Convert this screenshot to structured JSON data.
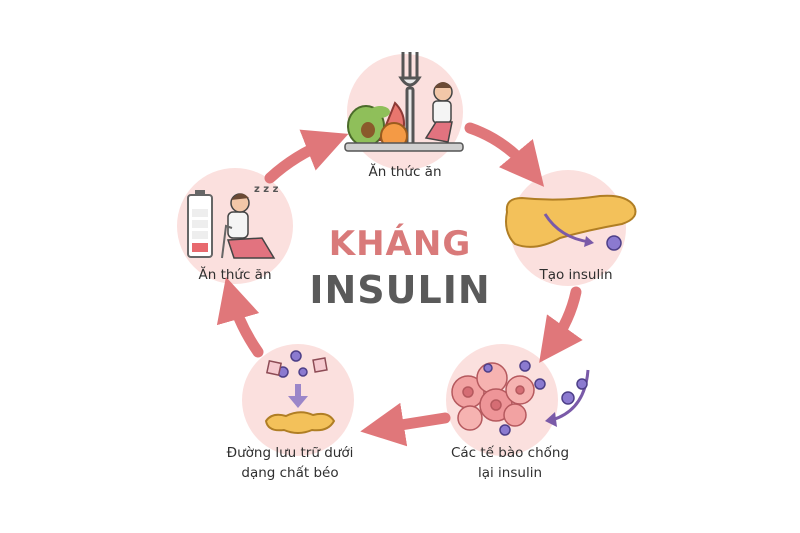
{
  "title": {
    "line1": "KHÁNG",
    "line2": "INSULIN"
  },
  "steps": [
    {
      "label": "Ăn thức ăn"
    },
    {
      "label": "Tạo insulin"
    },
    {
      "label_line1": "Các tế bào chống",
      "label_line2": "lại insulin"
    },
    {
      "label_line1": "Đường lưu trữ dưới",
      "label_line2": "dạng chất béo"
    },
    {
      "label": "Ăn thức ăn"
    }
  ],
  "colors": {
    "arrow": "#e0777a",
    "circle": "#fbe0de",
    "title_top": "#d97a7a",
    "title_bottom": "#5a5a5a",
    "fat": "#f3c15a",
    "molecule": "#8b7ad0"
  },
  "icons": [
    "fork-icon",
    "fruit-icon",
    "pancreas-icon",
    "cells-icon",
    "sugar-cubes-icon",
    "battery-icon",
    "tired-person-icon"
  ]
}
